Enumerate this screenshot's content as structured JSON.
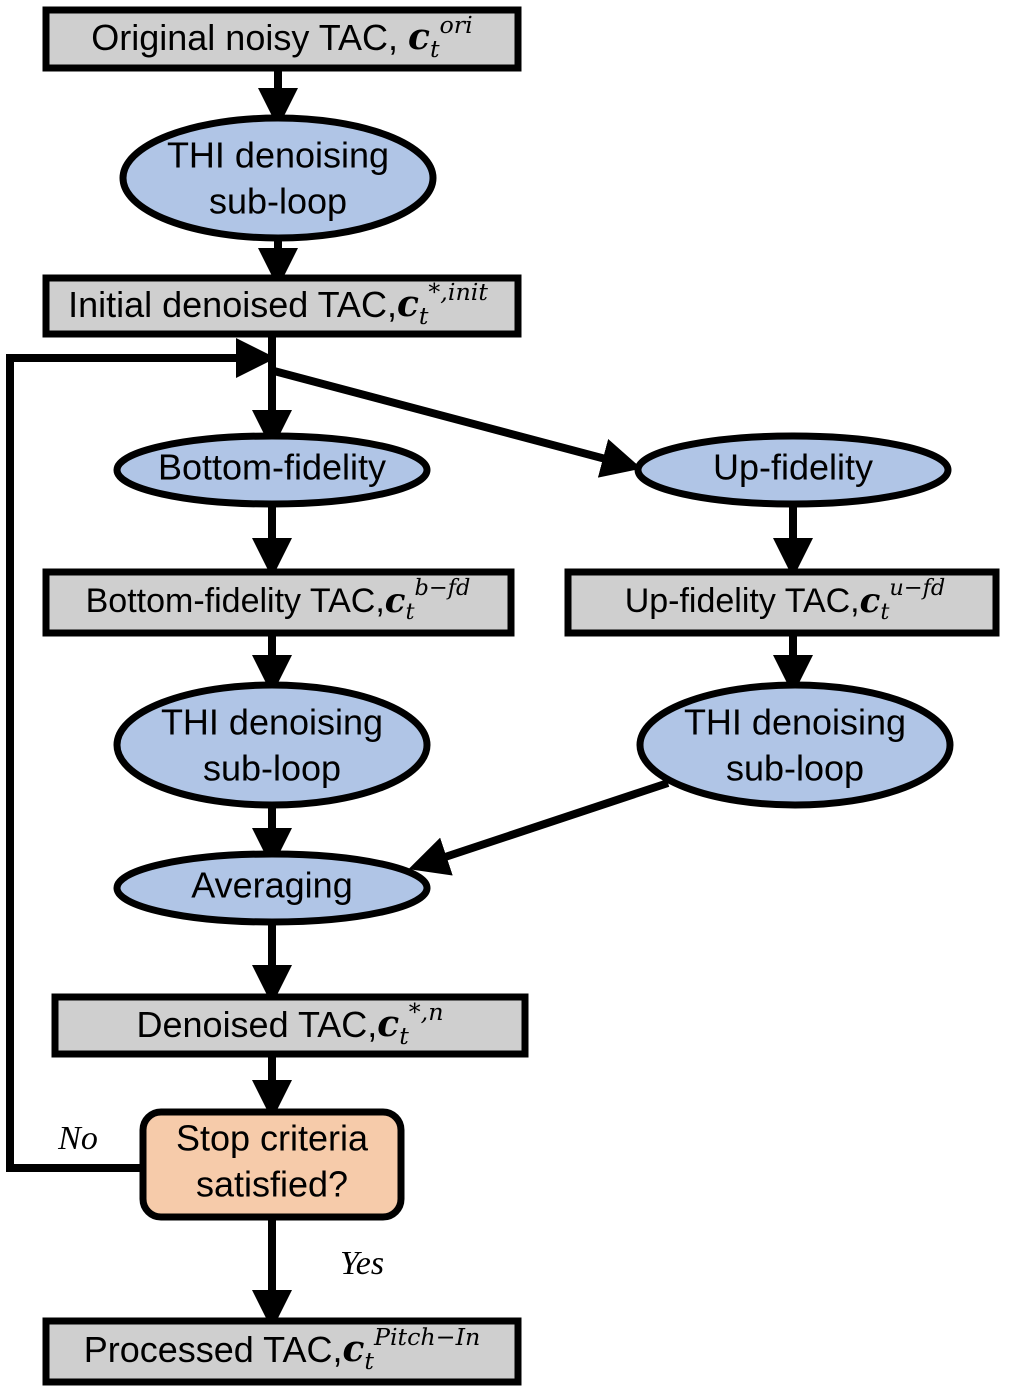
{
  "diagram": {
    "title": "Pitch-In iterative TAC denoising flowchart",
    "colors": {
      "process_fill": "#cfcfcf",
      "operation_fill": "#b0c5e6",
      "decision_fill": "#f6cbaa",
      "stroke": "#000000",
      "background": "#ffffff"
    }
  },
  "nodes": {
    "original_tac": {
      "kind": "process",
      "text_plain": "Original noisy TAC, c_t^{ori}",
      "prefix": "Original noisy TAC, ",
      "var": "c",
      "sub": "t",
      "sup": "ori"
    },
    "thi_top": {
      "kind": "operation",
      "line1": "THI denoising",
      "line2": "sub-loop"
    },
    "initial_tac": {
      "kind": "process",
      "text_plain": "Initial denoised TAC,c_t^{*,init}",
      "prefix": "Initial denoised TAC,",
      "var": "c",
      "sub": "t",
      "sup": "*,init"
    },
    "bottom_fidelity": {
      "kind": "operation",
      "label": "Bottom-fidelity"
    },
    "up_fidelity": {
      "kind": "operation",
      "label": "Up-fidelity"
    },
    "bottom_fidelity_tac": {
      "kind": "process",
      "text_plain": "Bottom-fidelity TAC,c_t^{b-fd}",
      "prefix": "Bottom-fidelity TAC,",
      "var": "c",
      "sub": "t",
      "sup": "b−fd"
    },
    "up_fidelity_tac": {
      "kind": "process",
      "text_plain": "Up-fidelity TAC,c_t^{u-fd}",
      "prefix": "Up-fidelity TAC,",
      "var": "c",
      "sub": "t",
      "sup": "u−fd"
    },
    "thi_left": {
      "kind": "operation",
      "line1": "THI denoising",
      "line2": "sub-loop"
    },
    "thi_right": {
      "kind": "operation",
      "line1": "THI denoising",
      "line2": "sub-loop"
    },
    "averaging": {
      "kind": "operation",
      "label": "Averaging"
    },
    "denoised_tac": {
      "kind": "process",
      "text_plain": "Denoised TAC,c_t^{*,n}",
      "prefix": "Denoised TAC,",
      "var": "c",
      "sub": "t",
      "sup": "*,n"
    },
    "stop_criteria": {
      "kind": "decision",
      "line1": "Stop criteria",
      "line2": "satisfied?"
    },
    "processed_tac": {
      "kind": "process",
      "text_plain": "Processed TAC,c_t^{Pitch-In}",
      "prefix": "Processed TAC,",
      "var": "c",
      "sub": "t",
      "sup": "Pitch−In"
    }
  },
  "edge_labels": {
    "no": "No",
    "yes": "Yes"
  }
}
